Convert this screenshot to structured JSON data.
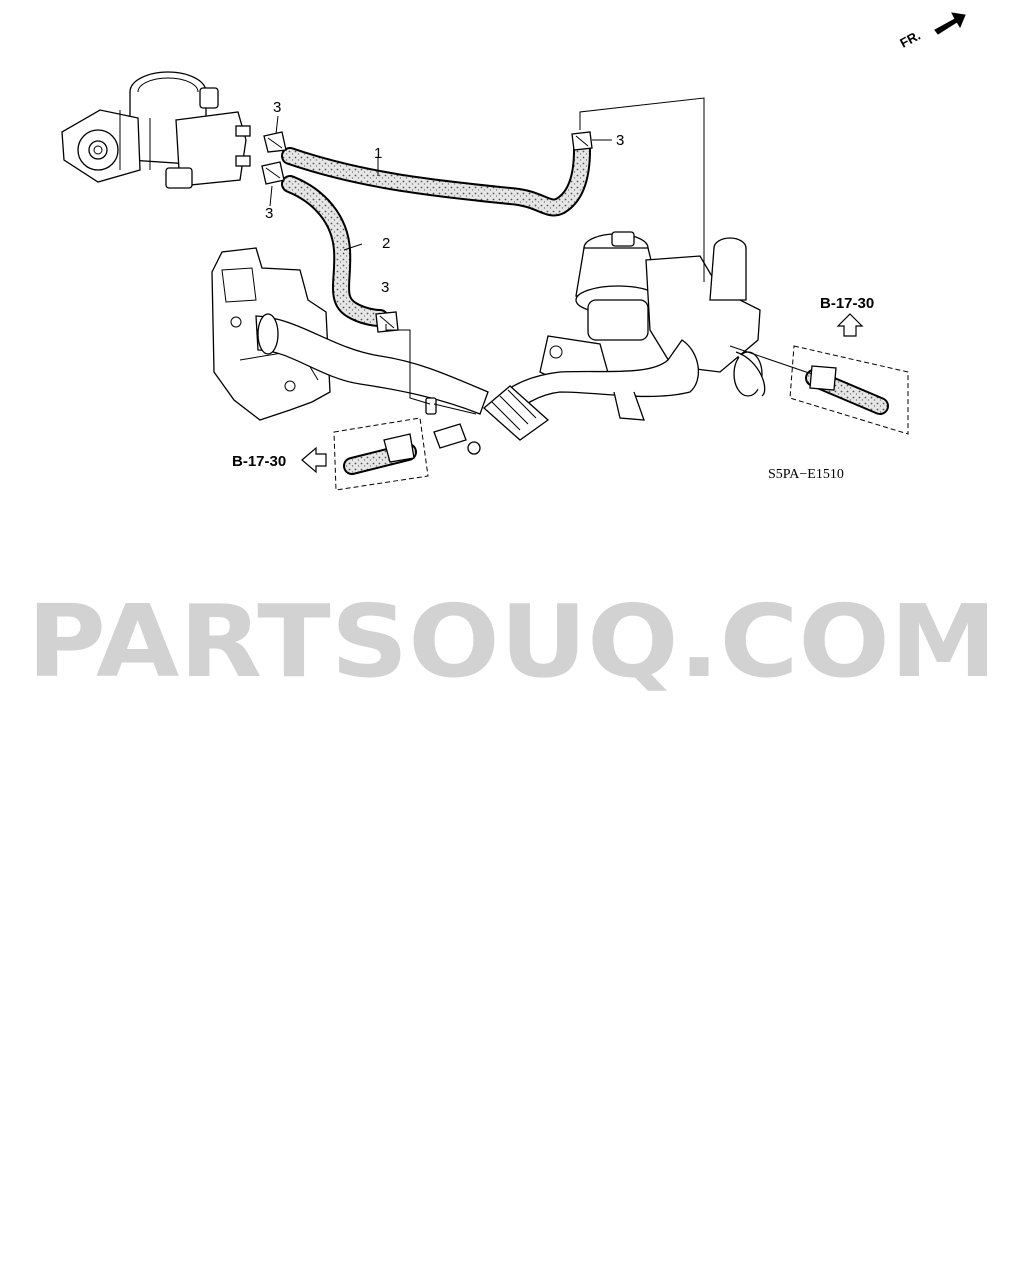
{
  "diagram": {
    "orientation_label": "FR.",
    "callouts": {
      "hose_1": "1",
      "hose_2": "2",
      "clamp_a": "3",
      "clamp_b": "3",
      "clamp_c": "3",
      "clamp_d": "3"
    },
    "references": {
      "left": "B-17-30",
      "right": "B-17-30"
    },
    "diagram_code": "S5PA−E1510"
  },
  "watermark": {
    "text": "PARTSOUQ.COM"
  },
  "colors": {
    "hose_texture": "#bdbdbd",
    "watermark": "#d2d2d2",
    "line": "#000000"
  },
  "icons": {
    "front_arrow": "arrow-right-icon",
    "reference_arrow_left": "hollow-arrow-left-icon",
    "reference_arrow_up": "hollow-arrow-up-icon"
  }
}
